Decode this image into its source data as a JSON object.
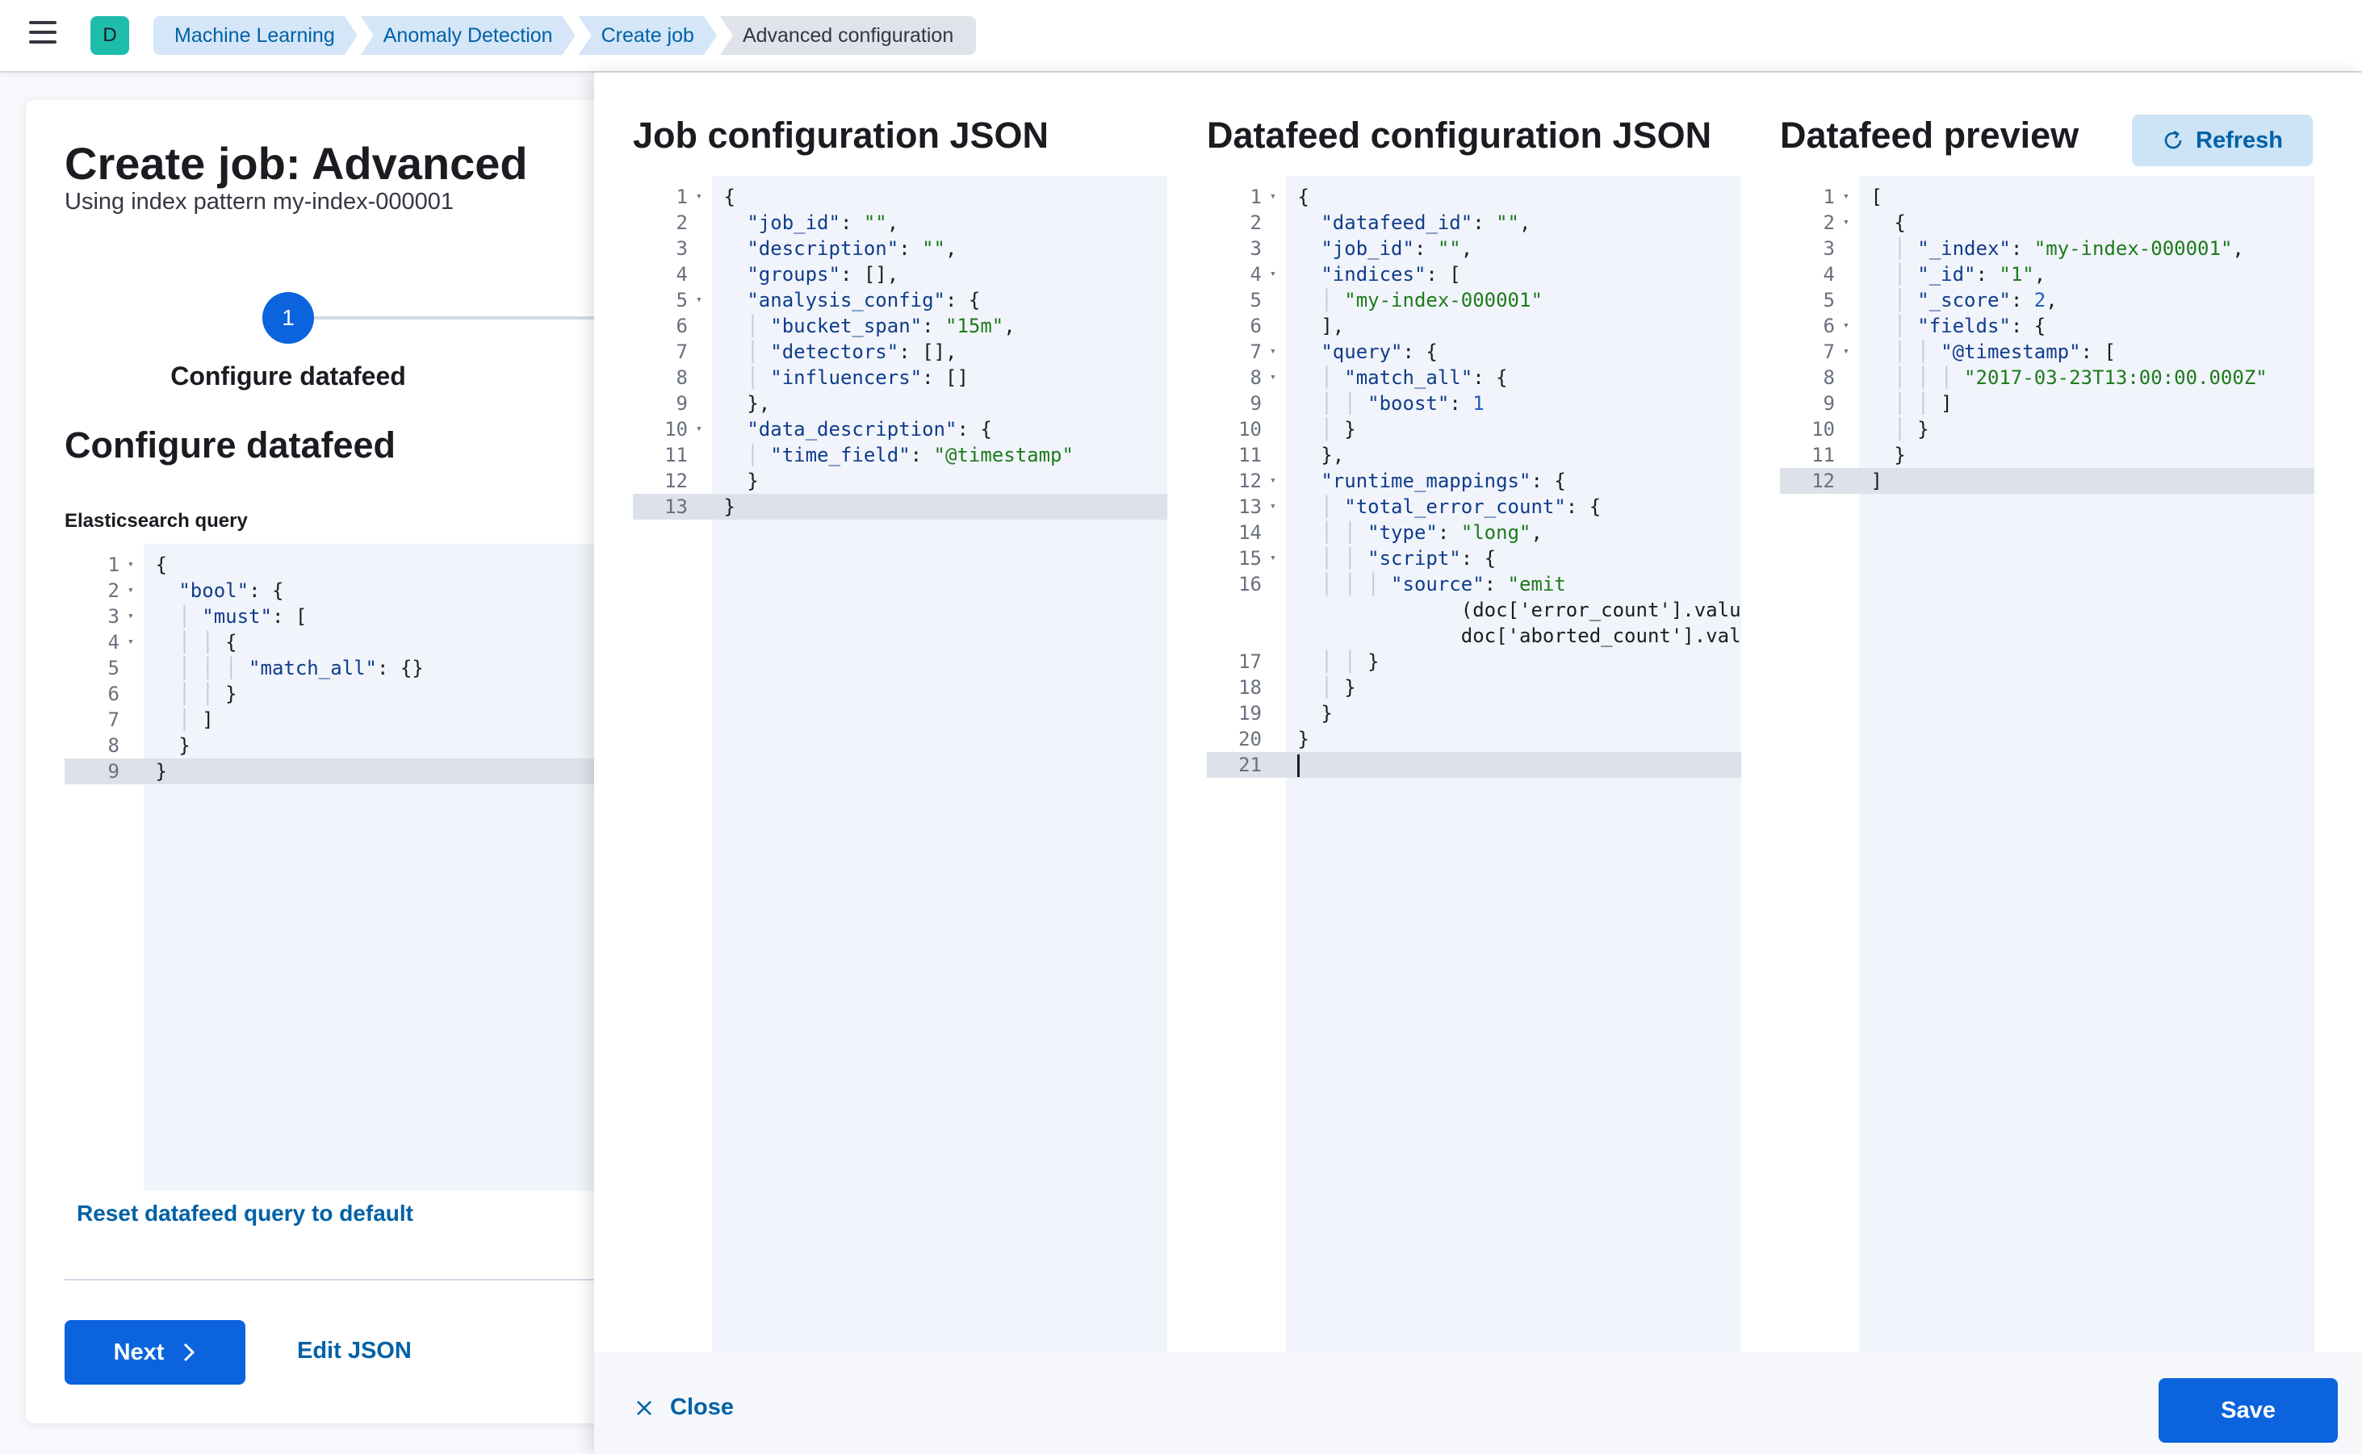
{
  "header": {
    "space_initial": "D",
    "breadcrumbs": [
      "Machine Learning",
      "Anomaly Detection",
      "Create job",
      "Advanced configuration"
    ]
  },
  "wizard": {
    "title": "Create job: Advanced",
    "subtitle": "Using index pattern my-index-000001",
    "step_number": "1",
    "step_title": "Configure datafeed",
    "section_title": "Configure datafeed",
    "query_label": "Elasticsearch query",
    "query_lines": [
      {
        "n": "1",
        "fold": true,
        "indent": "",
        "text": "{"
      },
      {
        "n": "2",
        "fold": true,
        "indent": "  ",
        "text": "\"bool\": {"
      },
      {
        "n": "3",
        "fold": true,
        "indent": "  │ ",
        "text": "\"must\": ["
      },
      {
        "n": "4",
        "fold": true,
        "indent": "  │ │ ",
        "text": "{"
      },
      {
        "n": "5",
        "fold": false,
        "indent": "  │ │ │ ",
        "text": "\"match_all\": {}"
      },
      {
        "n": "6",
        "fold": false,
        "indent": "  │ │ ",
        "text": "}"
      },
      {
        "n": "7",
        "fold": false,
        "indent": "  │ ",
        "text": "]"
      },
      {
        "n": "8",
        "fold": false,
        "indent": "  ",
        "text": "}"
      },
      {
        "n": "9",
        "fold": false,
        "indent": "",
        "text": "}",
        "active": true
      }
    ],
    "reset_link": "Reset datafeed query to default",
    "next_button": "Next",
    "edit_json_link": "Edit JSON"
  },
  "flyout": {
    "job_config_title": "Job configuration JSON",
    "datafeed_config_title": "Datafeed configuration JSON",
    "datafeed_preview_title": "Datafeed preview",
    "refresh_button": "Refresh",
    "close_button": "Close",
    "save_button": "Save",
    "job_config_lines": [
      {
        "n": "1",
        "fold": true,
        "indent": "",
        "text": "{"
      },
      {
        "n": "2",
        "fold": false,
        "indent": "  ",
        "text": "\"job_id\": \"\","
      },
      {
        "n": "3",
        "fold": false,
        "indent": "  ",
        "text": "\"description\": \"\","
      },
      {
        "n": "4",
        "fold": false,
        "indent": "  ",
        "text": "\"groups\": [],"
      },
      {
        "n": "5",
        "fold": true,
        "indent": "  ",
        "text": "\"analysis_config\": {"
      },
      {
        "n": "6",
        "fold": false,
        "indent": "  │ ",
        "text": "\"bucket_span\": \"15m\","
      },
      {
        "n": "7",
        "fold": false,
        "indent": "  │ ",
        "text": "\"detectors\": [],"
      },
      {
        "n": "8",
        "fold": false,
        "indent": "  │ ",
        "text": "\"influencers\": []"
      },
      {
        "n": "9",
        "fold": false,
        "indent": "  ",
        "text": "},"
      },
      {
        "n": "10",
        "fold": true,
        "indent": "  ",
        "text": "\"data_description\": {"
      },
      {
        "n": "11",
        "fold": false,
        "indent": "  │ ",
        "text": "\"time_field\": \"@timestamp\""
      },
      {
        "n": "12",
        "fold": false,
        "indent": "  ",
        "text": "}"
      },
      {
        "n": "13",
        "fold": false,
        "indent": "",
        "text": "}",
        "active": true
      }
    ],
    "datafeed_config_lines": [
      {
        "n": "1",
        "fold": true,
        "indent": "",
        "text": "{"
      },
      {
        "n": "2",
        "fold": false,
        "indent": "  ",
        "text": "\"datafeed_id\": \"\","
      },
      {
        "n": "3",
        "fold": false,
        "indent": "  ",
        "text": "\"job_id\": \"\","
      },
      {
        "n": "4",
        "fold": true,
        "indent": "  ",
        "text": "\"indices\": ["
      },
      {
        "n": "5",
        "fold": false,
        "indent": "  │ ",
        "text": "\"my-index-000001\""
      },
      {
        "n": "6",
        "fold": false,
        "indent": "  ",
        "text": "],"
      },
      {
        "n": "7",
        "fold": true,
        "indent": "  ",
        "text": "\"query\": {"
      },
      {
        "n": "8",
        "fold": true,
        "indent": "  │ ",
        "text": "\"match_all\": {"
      },
      {
        "n": "9",
        "fold": false,
        "indent": "  │ │ ",
        "text": "\"boost\": 1"
      },
      {
        "n": "10",
        "fold": false,
        "indent": "  │ ",
        "text": "}"
      },
      {
        "n": "11",
        "fold": false,
        "indent": "  ",
        "text": "},"
      },
      {
        "n": "12",
        "fold": true,
        "indent": "  ",
        "text": "\"runtime_mappings\": {"
      },
      {
        "n": "13",
        "fold": true,
        "indent": "  │ ",
        "text": "\"total_error_count\": {"
      },
      {
        "n": "14",
        "fold": false,
        "indent": "  │ │ ",
        "text": "\"type\": \"long\","
      },
      {
        "n": "15",
        "fold": true,
        "indent": "  │ │ ",
        "text": "\"script\": {"
      },
      {
        "n": "16",
        "fold": false,
        "indent": "  │ │ │ ",
        "text": "\"source\": \"emit"
      },
      {
        "n": "",
        "fold": false,
        "indent": "              ",
        "text": "(doc['error_count'].value +"
      },
      {
        "n": "",
        "fold": false,
        "indent": "              ",
        "text": "doc['aborted_count'].value)\""
      },
      {
        "n": "17",
        "fold": false,
        "indent": "  │ │ ",
        "text": "}"
      },
      {
        "n": "18",
        "fold": false,
        "indent": "  │ ",
        "text": "}"
      },
      {
        "n": "19",
        "fold": false,
        "indent": "  ",
        "text": "}"
      },
      {
        "n": "20",
        "fold": false,
        "indent": "",
        "text": "}"
      },
      {
        "n": "21",
        "fold": false,
        "indent": "",
        "text": "",
        "active": true,
        "caret": true
      }
    ],
    "datafeed_preview_lines": [
      {
        "n": "1",
        "fold": true,
        "indent": "",
        "text": "["
      },
      {
        "n": "2",
        "fold": true,
        "indent": "  ",
        "text": "{"
      },
      {
        "n": "3",
        "fold": false,
        "indent": "  │ ",
        "text": "\"_index\": \"my-index-000001\","
      },
      {
        "n": "4",
        "fold": false,
        "indent": "  │ ",
        "text": "\"_id\": \"1\","
      },
      {
        "n": "5",
        "fold": false,
        "indent": "  │ ",
        "text": "\"_score\": 2,"
      },
      {
        "n": "6",
        "fold": true,
        "indent": "  │ ",
        "text": "\"fields\": {"
      },
      {
        "n": "7",
        "fold": true,
        "indent": "  │ │ ",
        "text": "\"@timestamp\": ["
      },
      {
        "n": "8",
        "fold": false,
        "indent": "  │ │ │ ",
        "text": "\"2017-03-23T13:00:00.000Z\""
      },
      {
        "n": "9",
        "fold": false,
        "indent": "  │ │ ",
        "text": "]"
      },
      {
        "n": "10",
        "fold": false,
        "indent": "  │ ",
        "text": "}"
      },
      {
        "n": "11",
        "fold": false,
        "indent": "  ",
        "text": "}"
      },
      {
        "n": "12",
        "fold": false,
        "indent": "",
        "text": "]",
        "active": true
      }
    ]
  },
  "colors": {
    "primary": "#0b64dd",
    "link": "#0061a6",
    "breadcrumb_bg": "#d4e6f7",
    "editor_bg": "#f1f4fa",
    "json_key": "#0f3c8c",
    "json_string": "#1e7a1e",
    "json_number": "#1d5dba",
    "avatar_bg": "#1ebcab"
  },
  "icons": {
    "menu": "hamburger-menu-icon",
    "next": "chevron-right-icon",
    "refresh": "refresh-icon",
    "close": "cross-icon",
    "fold": "fold-caret-icon"
  }
}
